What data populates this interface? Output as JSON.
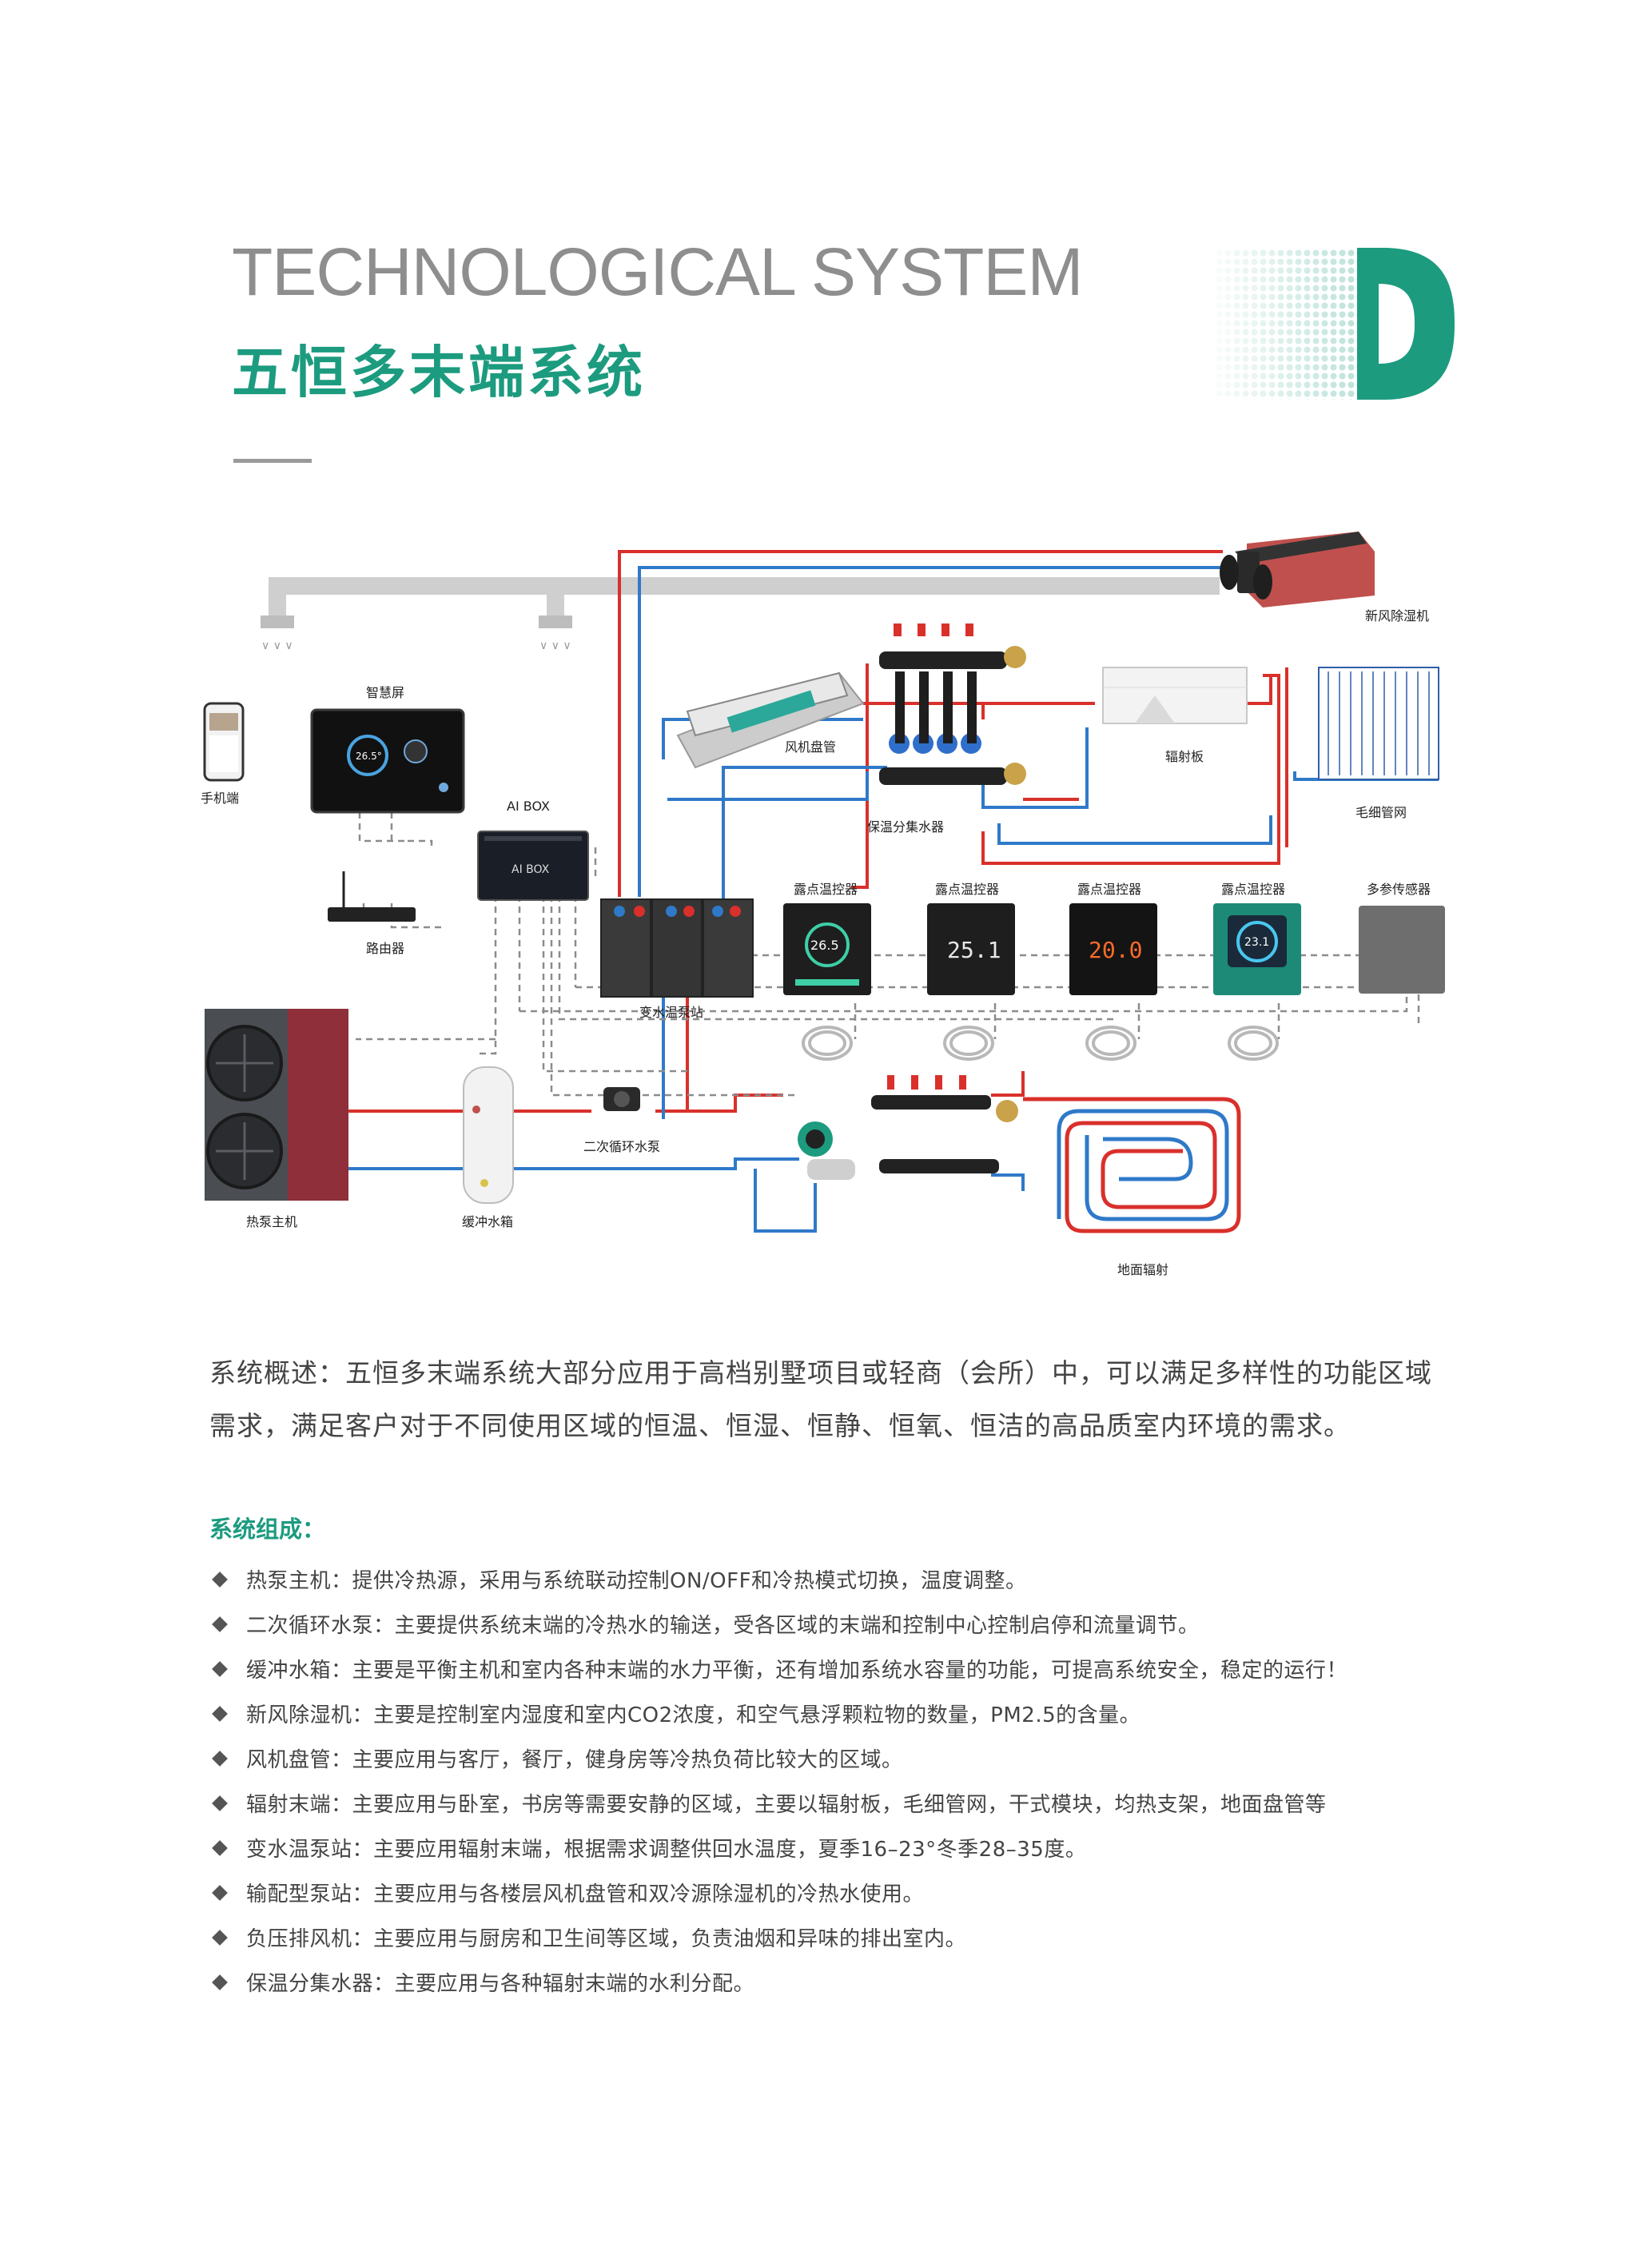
{
  "header": {
    "title_en": "TECHNOLOGICAL SYSTEM",
    "title_cn": "五恒多末端系统",
    "section_letter": "D"
  },
  "diagram": {
    "labels": {
      "fresh_air": "新风除湿机",
      "smart_screen": "智慧屏",
      "phone": "手机端",
      "ai_box": "AI BOX",
      "ai_box_face": "AI BOX",
      "router": "路由器",
      "fan_coil": "风机盘管",
      "manifold": "保温分集水器",
      "radiant_panel": "辐射板",
      "capillary": "毛细管网",
      "pump_station": "变水温泵站",
      "dew_ctrl_1": "露点温控器",
      "dew_ctrl_2": "露点温控器",
      "dew_ctrl_3": "露点温控器",
      "dew_ctrl_4": "露点温控器",
      "multi_sensor": "多参传感器",
      "heat_pump": "热泵主机",
      "buffer_tank": "缓冲水箱",
      "secondary_pump": "二次循环水泵",
      "floor_heating": "地面辐射"
    },
    "displays": {
      "screen_temp": "26.5°",
      "ctrl1_temp": "26.5",
      "ctrl2_temp": "25.1",
      "ctrl3_temp": "20.0",
      "ctrl4_temp": "23.1"
    },
    "colors": {
      "supply_pipe": "#d9302b",
      "return_pipe": "#2f79c9",
      "signal_line": "#8c8c8c",
      "duct": "#cfcfcf",
      "accent": "#1c9b7f"
    }
  },
  "overview": "系统概述：五恒多末端系统大部分应用于高档别墅项目或轻商（会所）中，可以满足多样性的功能区域需求，满足客户对于不同使用区域的恒温、恒湿、恒静、恒氧、恒洁的高品质室内环境的需求。",
  "components": {
    "heading": "系统组成：",
    "items": [
      "热泵主机：提供冷热源，采用与系统联动控制ON/OFF和冷热模式切换，温度调整。",
      "二次循环水泵：主要提供系统末端的冷热水的输送，受各区域的末端和控制中心控制启停和流量调节。",
      "缓冲水箱：主要是平衡主机和室内各种末端的水力平衡，还有增加系统水容量的功能，可提高系统安全，稳定的运行！",
      "新风除湿机：主要是控制室内湿度和室内CO2浓度，和空气悬浮颗粒物的数量，PM2.5的含量。",
      "风机盘管：主要应用与客厅，餐厅，健身房等冷热负荷比较大的区域。",
      "辐射末端：主要应用与卧室，书房等需要安静的区域，主要以辐射板，毛细管网，干式模块，均热支架，地面盘管等",
      "变水温泵站：主要应用辐射末端，根据需求调整供回水温度，夏季16–23°冬季28–35度。",
      "输配型泵站：主要应用与各楼层风机盘管和双冷源除湿机的冷热水使用。",
      "负压排风机：主要应用与厨房和卫生间等区域，负责油烟和异味的排出室内。",
      "保温分集水器：主要应用与各种辐射末端的水利分配。"
    ]
  }
}
